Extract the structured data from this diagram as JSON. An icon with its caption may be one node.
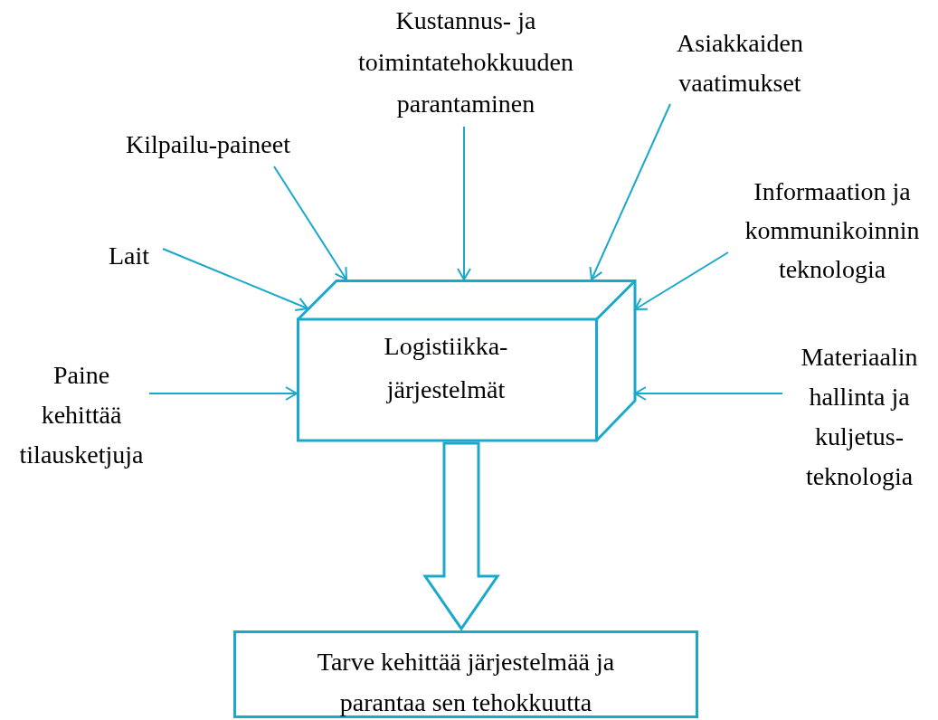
{
  "diagram": {
    "nodes": [
      {
        "text": [
          "Kustannus- ja toimintatehokkuuden parantaminen"
        ]
      },
      {
        "text": [
          "Asiakkaiden vaatimukset"
        ]
      },
      {
        "text": [
          "Kilpailu-paineet"
        ]
      },
      {
        "text": [
          "Informaation ja kommunikoinnin teknologia"
        ]
      },
      {
        "text": [
          "Lait"
        ]
      },
      {
        "text": [
          "Paine kehittää tilausketjuja"
        ]
      },
      {
        "text": [
          "Materiaalin hallinta ja kuljetus- teknologia"
        ]
      },
      {
        "text": [
          "Logistiikka- järjestelmät"
        ]
      },
      {
        "text": [
          "Tarve kehittää järjestelmää ja parantaa sen tehokkuutta"
        ]
      }
    ],
    "edges": [
      {
        "from": 0,
        "to": 7,
        "arrow": "to"
      },
      {
        "from": 1,
        "to": 7,
        "arrow": "to"
      },
      {
        "from": 2,
        "to": 7,
        "arrow": "to"
      },
      {
        "from": 3,
        "to": 7,
        "arrow": "to"
      },
      {
        "from": 4,
        "to": 7,
        "arrow": "to"
      },
      {
        "from": 5,
        "to": 7,
        "arrow": "to"
      },
      {
        "from": 6,
        "to": 7,
        "arrow": "to"
      },
      {
        "from": 7,
        "to": 8,
        "arrow": "to",
        "style": "thick"
      }
    ]
  }
}
